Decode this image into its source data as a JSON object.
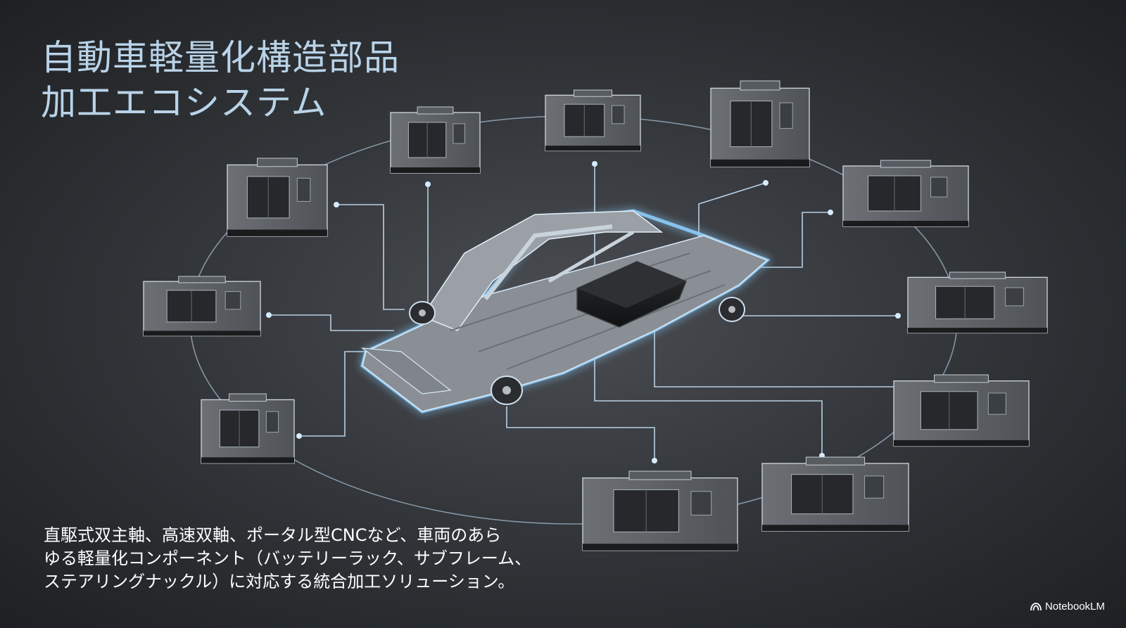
{
  "title": {
    "line1": "自動車軽量化構造部品",
    "line2": "加工エコシステム"
  },
  "description": {
    "line1": "直駆式双主軸、高速双軸、ポータル型CNCなど、車両のあら",
    "line2": "ゆる軽量化コンポーネント（バッテリーラック、サブフレーム、",
    "line3": "ステアリングナックル）に対応する統合加工ソリューション。"
  },
  "brand": "NotebookLM",
  "icons": {
    "brand": "notebooklm-logo-icon",
    "machine": "cnc-machine-icon",
    "car": "ev-chassis-icon"
  },
  "colors": {
    "accent": "#b9d3e8",
    "line": "#aac6dd",
    "glow": "#8fd0ff"
  }
}
